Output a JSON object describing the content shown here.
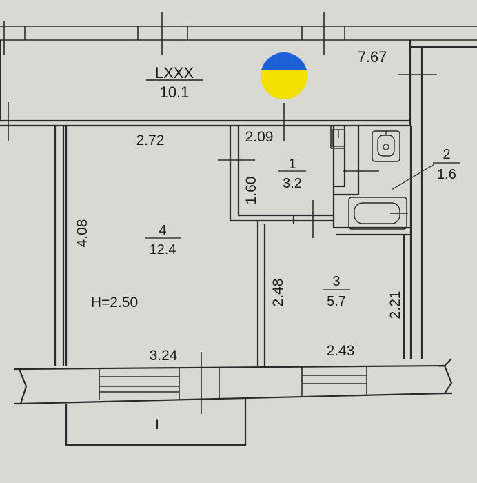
{
  "colors": {
    "paper": "#d9d9d4",
    "ink": "#2a2a2a",
    "flag_blue": "#1f5fd6",
    "flag_yellow": "#f2e000"
  },
  "icons": {
    "flag": "ukraine-flag-circle-icon",
    "toilet": "toilet-icon",
    "sink": "sink-icon",
    "bathtub": "bathtub-icon"
  },
  "plan": {
    "loggia": {
      "name": "LXXX",
      "area": "10.1",
      "length": "7.67"
    },
    "rooms": [
      {
        "number": "1",
        "area": "3.2"
      },
      {
        "number": "2",
        "area": "1.6"
      },
      {
        "number": "3",
        "area": "5.7"
      },
      {
        "number": "4",
        "area": "12.4"
      }
    ],
    "dimensions": {
      "room4_top": "2.72",
      "room4_left": "4.08",
      "room4_bottom": "3.24",
      "hall_top": "2.09",
      "hall_side": "1.60",
      "room3_left": "2.48",
      "room3_right": "2.21",
      "room3_bottom": "2.43"
    },
    "ceiling_height": "H=2.50",
    "balcony_label": "I"
  }
}
